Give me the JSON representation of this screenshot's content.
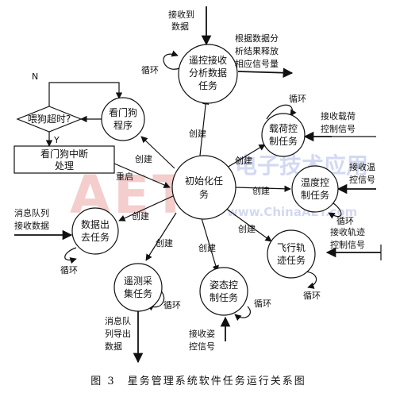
{
  "watermark": {
    "logo": "AET",
    "brand": "电子技术应用",
    "url": "www.ChinaAET.com"
  },
  "caption": "图 3　星务管理系统软件任务运行关系图",
  "nodes": {
    "init": [
      "初始化任",
      "务"
    ],
    "remote": [
      "遥控接收",
      "分析数据",
      "任务"
    ],
    "watchdog": [
      "看门狗",
      "程序"
    ],
    "payload": [
      "载荷控",
      "制任务"
    ],
    "temp": [
      "温度控",
      "制任务"
    ],
    "flight": [
      "飞行轨",
      "迹任务"
    ],
    "attitude": [
      "姿态控",
      "制任务"
    ],
    "telemetry": [
      "遥测采",
      "集任务"
    ],
    "dataout": [
      "数据出",
      "去任务"
    ],
    "timeout": [
      "喂狗超时?"
    ],
    "isr": [
      "看门狗中断",
      "处理"
    ]
  },
  "labels": {
    "create": "创建",
    "loop": "循环",
    "restart": "重启",
    "N": "N",
    "Y": "Y",
    "recv_data": [
      "接收到",
      "数据"
    ],
    "release": [
      "根据数据分",
      "析结果释放",
      "相应信号量"
    ],
    "payload_in": [
      "接收载荷",
      "控制信号"
    ],
    "temp_in": [
      "接收温",
      "控信号"
    ],
    "flight_in": [
      "接收轨迹",
      "控制信号"
    ],
    "attitude_in": [
      "接收姿",
      "控信号"
    ],
    "queue_in": [
      "消息队列",
      "接收数据"
    ],
    "queue_out": [
      "消息队",
      "列导出",
      "数据"
    ]
  }
}
